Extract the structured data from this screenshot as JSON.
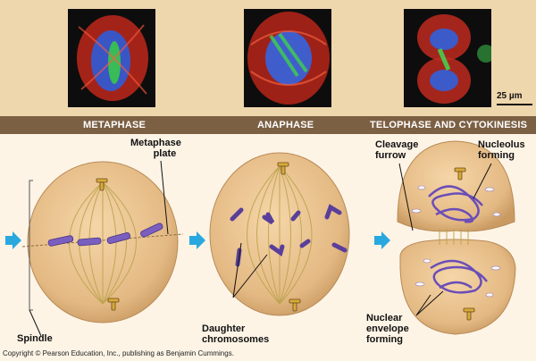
{
  "stages": [
    "METAPHASE",
    "ANAPHASE",
    "TELOPHASE AND CYTOKINESIS"
  ],
  "scale_bar": "25 µm",
  "labels": {
    "metaphase_plate": [
      "Metaphase",
      "plate"
    ],
    "spindle": "Spindle",
    "daughter_chromosomes": [
      "Daughter",
      "chromosomes"
    ],
    "cleavage_furrow": [
      "Cleavage",
      "furrow"
    ],
    "nucleolus_forming": [
      "Nucleolus",
      "forming"
    ],
    "nuclear_envelope_forming": [
      "Nuclear",
      "envelope",
      "forming"
    ]
  },
  "copyright": "Copyright © Pearson Education, Inc., publishing as Benjamin Cummings.",
  "colors": {
    "cell_fill": "#e8c08e",
    "chromosome": "#7a5fc0",
    "arrow": "#29a8e0",
    "stage_bar": "#7c6044",
    "top_band": "#efd7ad"
  }
}
